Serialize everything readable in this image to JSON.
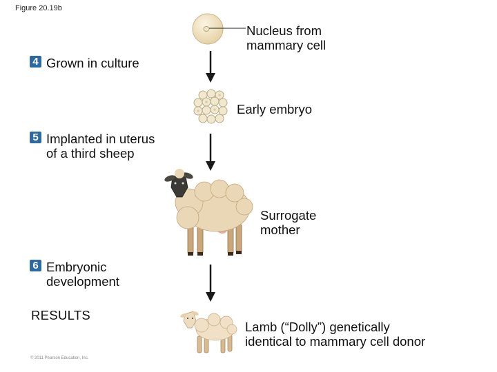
{
  "figure_label": "Figure 20.19b",
  "steps": [
    {
      "number": "4",
      "lines": [
        "Grown in culture"
      ]
    },
    {
      "number": "5",
      "lines": [
        "Implanted in uterus",
        "of a third sheep"
      ]
    },
    {
      "number": "6",
      "lines": [
        "Embryonic",
        "development"
      ]
    }
  ],
  "labels": {
    "nucleus": [
      "Nucleus from",
      "mammary cell"
    ],
    "embryo": [
      "Early embryo"
    ],
    "surrogate": [
      "Surrogate",
      "mother"
    ],
    "lamb": [
      "Lamb (“Dolly”) genetically",
      "identical to mammary cell donor"
    ]
  },
  "results_heading": "RESULTS",
  "copyright": "© 2011 Pearson Education, Inc.",
  "colors": {
    "badge": "#2d6aa3",
    "arrow": "#1a1a1a",
    "wool": "#e8d3b0",
    "egg": "#f3e7c8"
  }
}
